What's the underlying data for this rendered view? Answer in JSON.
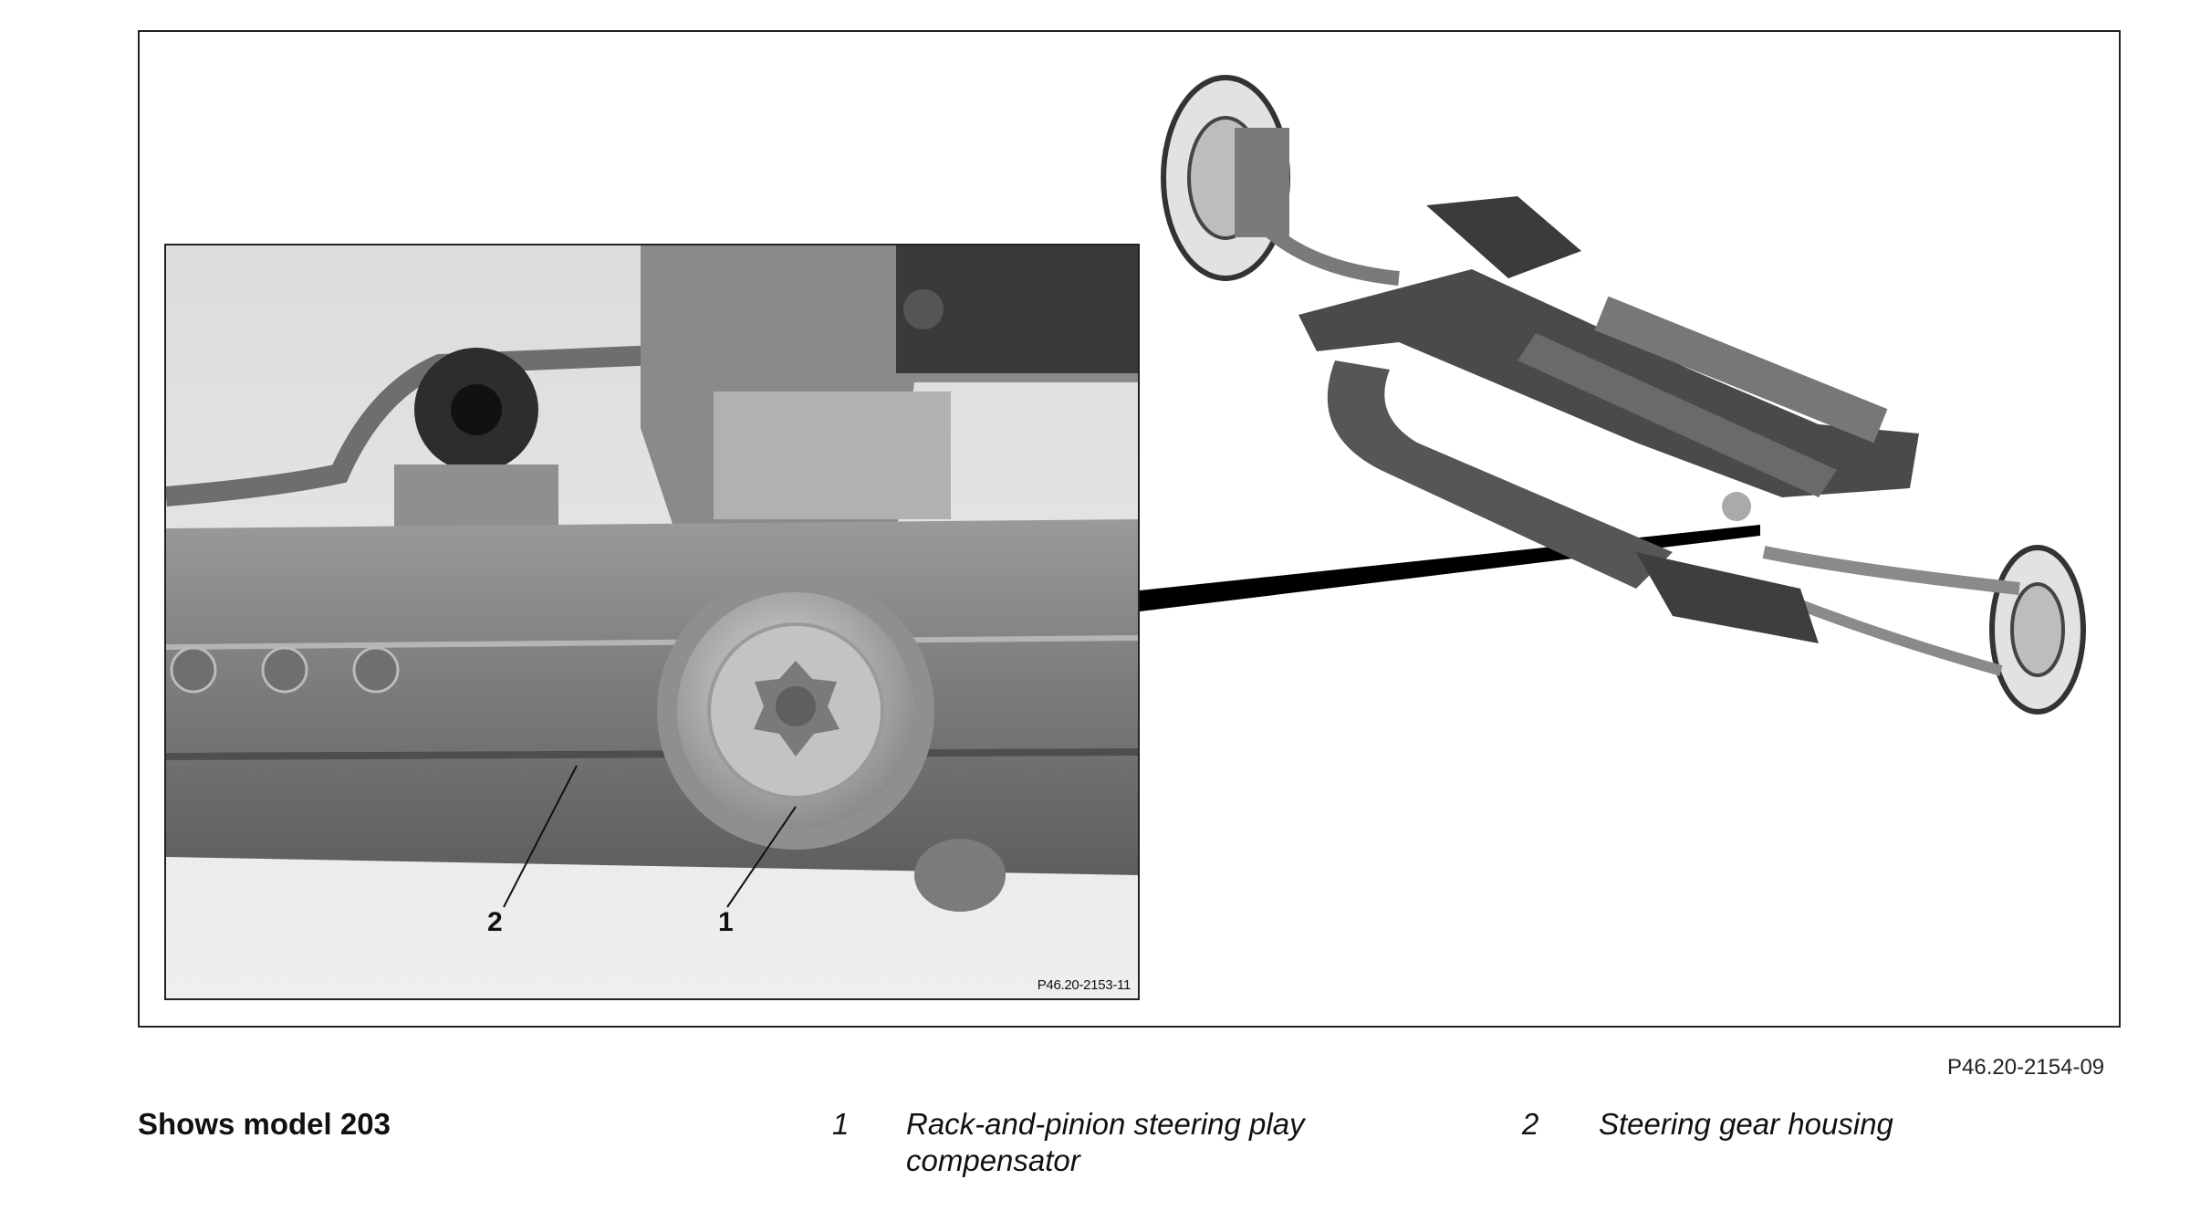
{
  "figure": {
    "inset_reference": "P46.20-2153-11",
    "figure_reference": "P46.20-2154-09",
    "callouts": [
      "2",
      "1"
    ]
  },
  "caption": {
    "title": "Shows model 203"
  },
  "legend": [
    {
      "number": "1",
      "text": "Rack-and-pinion steering play compensator"
    },
    {
      "number": "2",
      "text": "Steering gear housing"
    }
  ]
}
